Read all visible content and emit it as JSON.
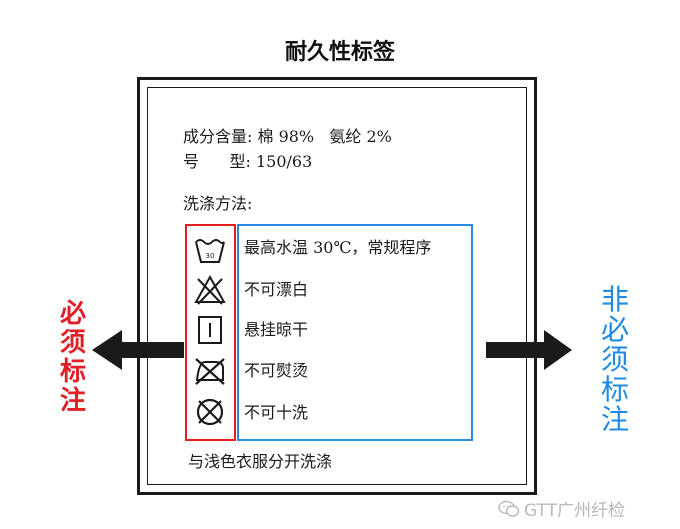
{
  "title": "耐久性标签",
  "composition": "成分含量: 棉 98%   氨纶 2%",
  "size": "号      型: 150/63",
  "wash_method_label": "洗涤方法:",
  "care_items": [
    {
      "icon": "wash-30-icon",
      "wash_temp": "30",
      "text": "最高水温 30℃，常规程序"
    },
    {
      "icon": "no-bleach-icon",
      "text": "不可漂白"
    },
    {
      "icon": "hang-dry-icon",
      "text": "悬挂晾干"
    },
    {
      "icon": "no-iron-icon",
      "text": "不可熨烫"
    },
    {
      "icon": "no-dry-clean-icon",
      "text": "不可十洗"
    }
  ],
  "separate_wash_note": "与浅色衣服分开洗涤",
  "left_label": [
    "必",
    "须",
    "标",
    "注"
  ],
  "right_label": [
    "非",
    "必",
    "须",
    "标",
    "注"
  ],
  "watermark": "GTT广州纤检",
  "colors": {
    "required": "#e21e26",
    "optional": "#1e8ae6",
    "arrow": "#1a1a1a"
  }
}
